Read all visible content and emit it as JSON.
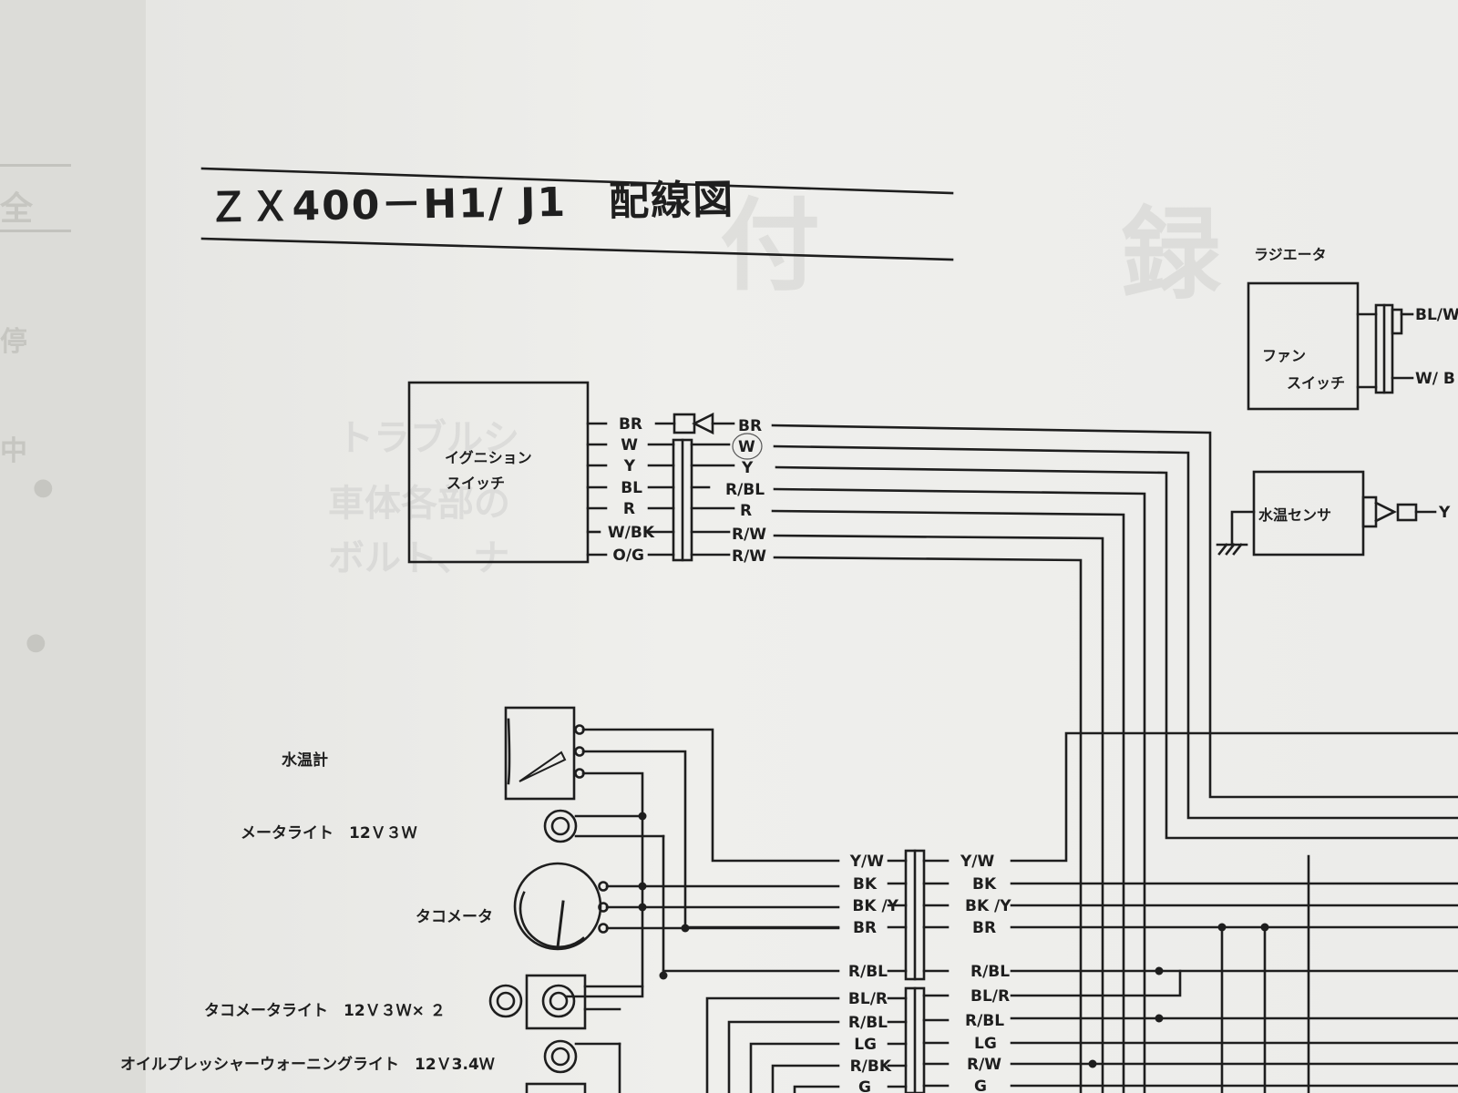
{
  "title": "ＺＸ400－H1/ J1　配線図",
  "bleed_through": {
    "large": [
      "付",
      "録"
    ],
    "lines": [
      "トラブルシ",
      "車体各部の",
      "ボルト、ナ"
    ]
  },
  "left_page": {
    "glyphs": [
      "全",
      "停",
      "中",
      "●",
      "●"
    ]
  },
  "components": {
    "ignition_switch": "イグニション\nスイッチ",
    "radiator": "ラジエータ",
    "fan_switch": "ファン\nスイッチ",
    "water_temp_sensor": "水温センサ",
    "water_temp_gauge": "水温計",
    "meter_light": "メータライト　12Ｖ３Ｗ",
    "tachometer": "タコメータ",
    "tacho_light": "タコメータライト　12Ｖ３Ｗ× ２",
    "oil_light": "オイルプレッシャーウォーニングライト　12Ｖ3.4Ｗ"
  },
  "ignition_wires": {
    "left": [
      "BR",
      "W",
      "Y",
      "BL",
      "R",
      "W/BK",
      "O/G"
    ],
    "right": [
      "BR",
      "W",
      "Y",
      "R/BL",
      "R",
      "R/W",
      "R/W"
    ]
  },
  "fan_wires": [
    "BL/W",
    "W/ B"
  ],
  "sensor_wire": "Y",
  "meter_wires": {
    "left": [
      "Y/W",
      "BK",
      "BK /Y",
      "BR",
      "R/BL",
      "BL/R",
      "R/BL",
      "LG",
      "R/BK",
      "G"
    ],
    "right": [
      "Y/W",
      "BK",
      "BK /Y",
      "BR",
      "R/BL",
      "BL/R",
      "R/BL",
      "LG",
      "R/W",
      "G"
    ]
  }
}
